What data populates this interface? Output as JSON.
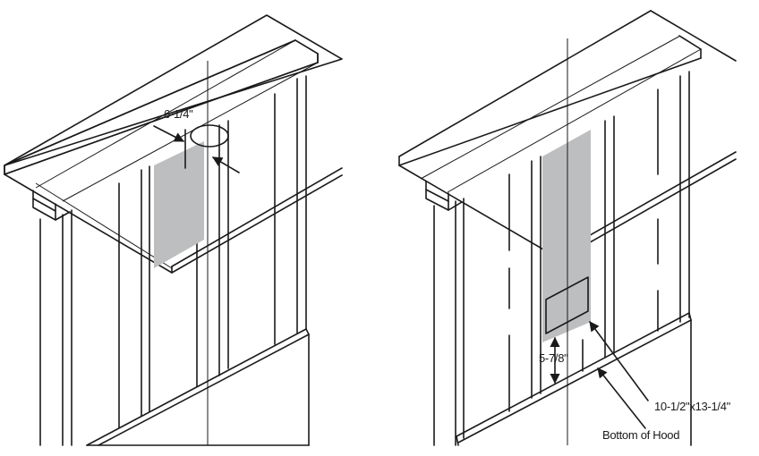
{
  "figures": [
    {
      "id": "left",
      "description": "Cabinet with round duct opening through top",
      "labels": {
        "duct_offset": "6-1/4\""
      }
    },
    {
      "id": "right",
      "description": "Cabinet wall with rectangular duct opening",
      "labels": {
        "height_above_hood": "5-7/8\"",
        "opening_size": "10-1/2\"x13-1/4\"",
        "hood_bottom": "Bottom of Hood"
      }
    }
  ],
  "colors": {
    "line": "#1a1a1a",
    "shade": "#bdbebf",
    "background": "#ffffff"
  }
}
